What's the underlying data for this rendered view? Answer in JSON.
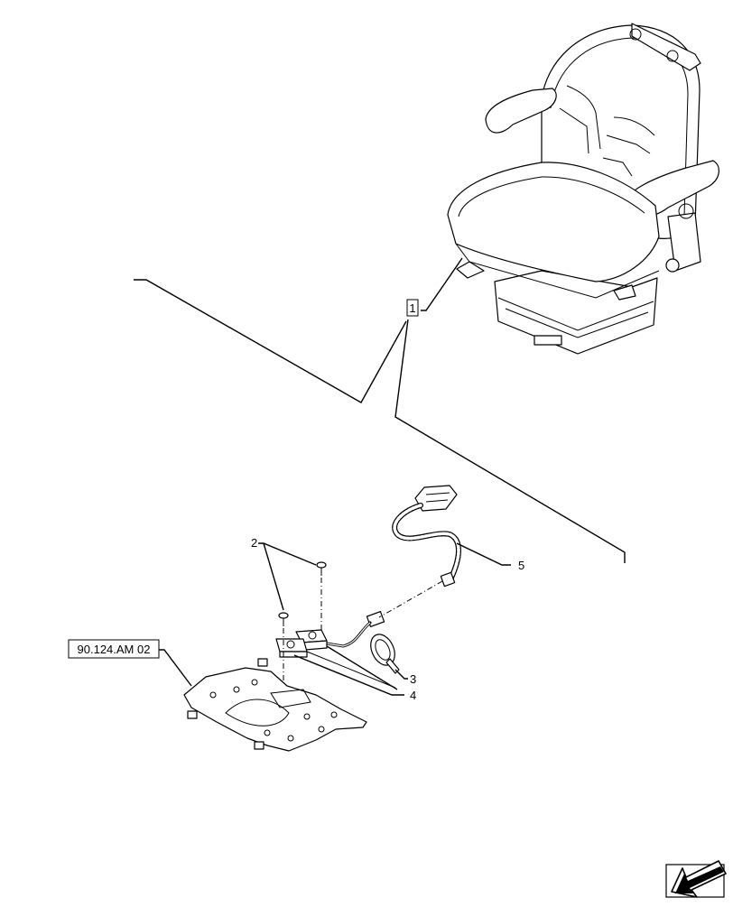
{
  "callouts": {
    "item_1": "1",
    "item_2": "2",
    "item_3": "3",
    "item_4": "4",
    "item_5": "5",
    "reference": "90.124.AM 02"
  },
  "icons": {
    "nav_arrow": "previous-page-arrow-icon"
  }
}
